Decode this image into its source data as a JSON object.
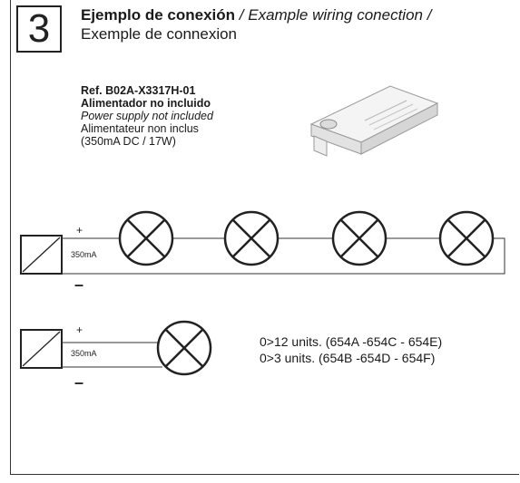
{
  "step_number": "3",
  "title": {
    "es": "Ejemplo de conexión",
    "en": "/ Example wiring conection /",
    "fr": "Exemple de connexion"
  },
  "product": {
    "ref": "Ref. B02A-X3317H-01",
    "es": "Alimentador no incluido",
    "en": "Power supply not included",
    "fr": "Alimentateur non inclus",
    "spec": "(350mA DC / 17W)"
  },
  "circuit_series": {
    "plus": "+",
    "minus": "–",
    "current": "350mA",
    "lamp_count": 4
  },
  "circuit_single": {
    "plus": "+",
    "minus": "–",
    "current": "350mA",
    "lamp_count": 1
  },
  "units": {
    "line1": "0>12 units. (654A -654C - 654E)",
    "line2": "0>3 units. (654B -654D - 654F)"
  }
}
